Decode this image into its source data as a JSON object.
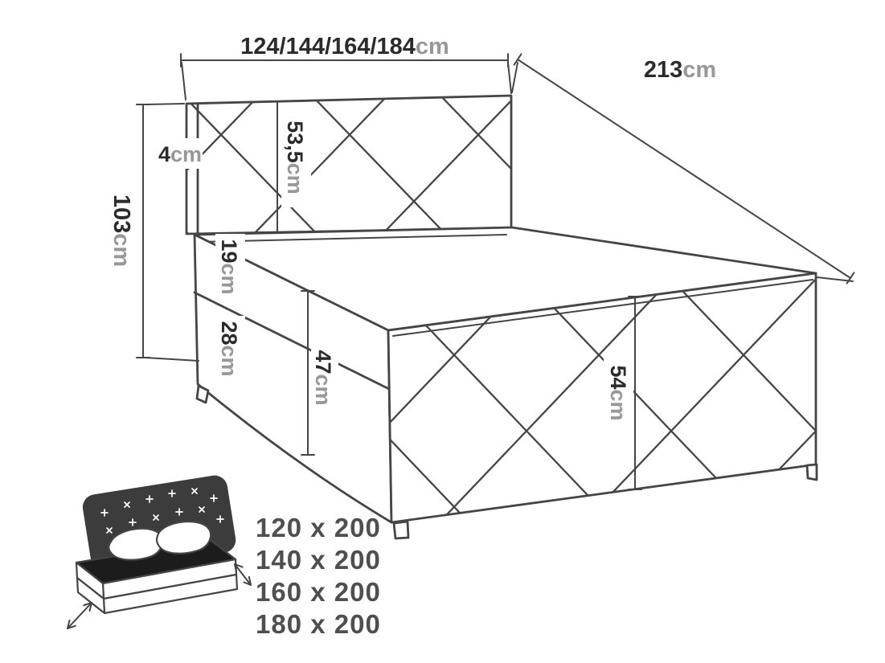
{
  "diagram": {
    "labels": {
      "width": {
        "value": "124/144/164/184",
        "unit": "cm"
      },
      "length": {
        "value": "213",
        "unit": "cm"
      },
      "headboard_thickness": {
        "value": "4",
        "unit": "cm"
      },
      "headboard_height": {
        "value": "53,5",
        "unit": "cm"
      },
      "total_height": {
        "value": "103",
        "unit": "cm"
      },
      "mattress_height": {
        "value": "19",
        "unit": "cm"
      },
      "upholstery_height": {
        "value": "28",
        "unit": "cm"
      },
      "base_height": {
        "value": "47",
        "unit": "cm"
      },
      "footboard_height": {
        "value": "54",
        "unit": "cm"
      }
    },
    "size_options": [
      "120 x 200",
      "140 x 200",
      "160 x 200",
      "180 x 200"
    ],
    "colors": {
      "line": "#454545",
      "number": "#2b2b2b",
      "unit": "#989898",
      "size_text": "#4f4f4f",
      "icon_dark": "#3c3c3c",
      "icon_black": "#1c1c1c"
    }
  }
}
